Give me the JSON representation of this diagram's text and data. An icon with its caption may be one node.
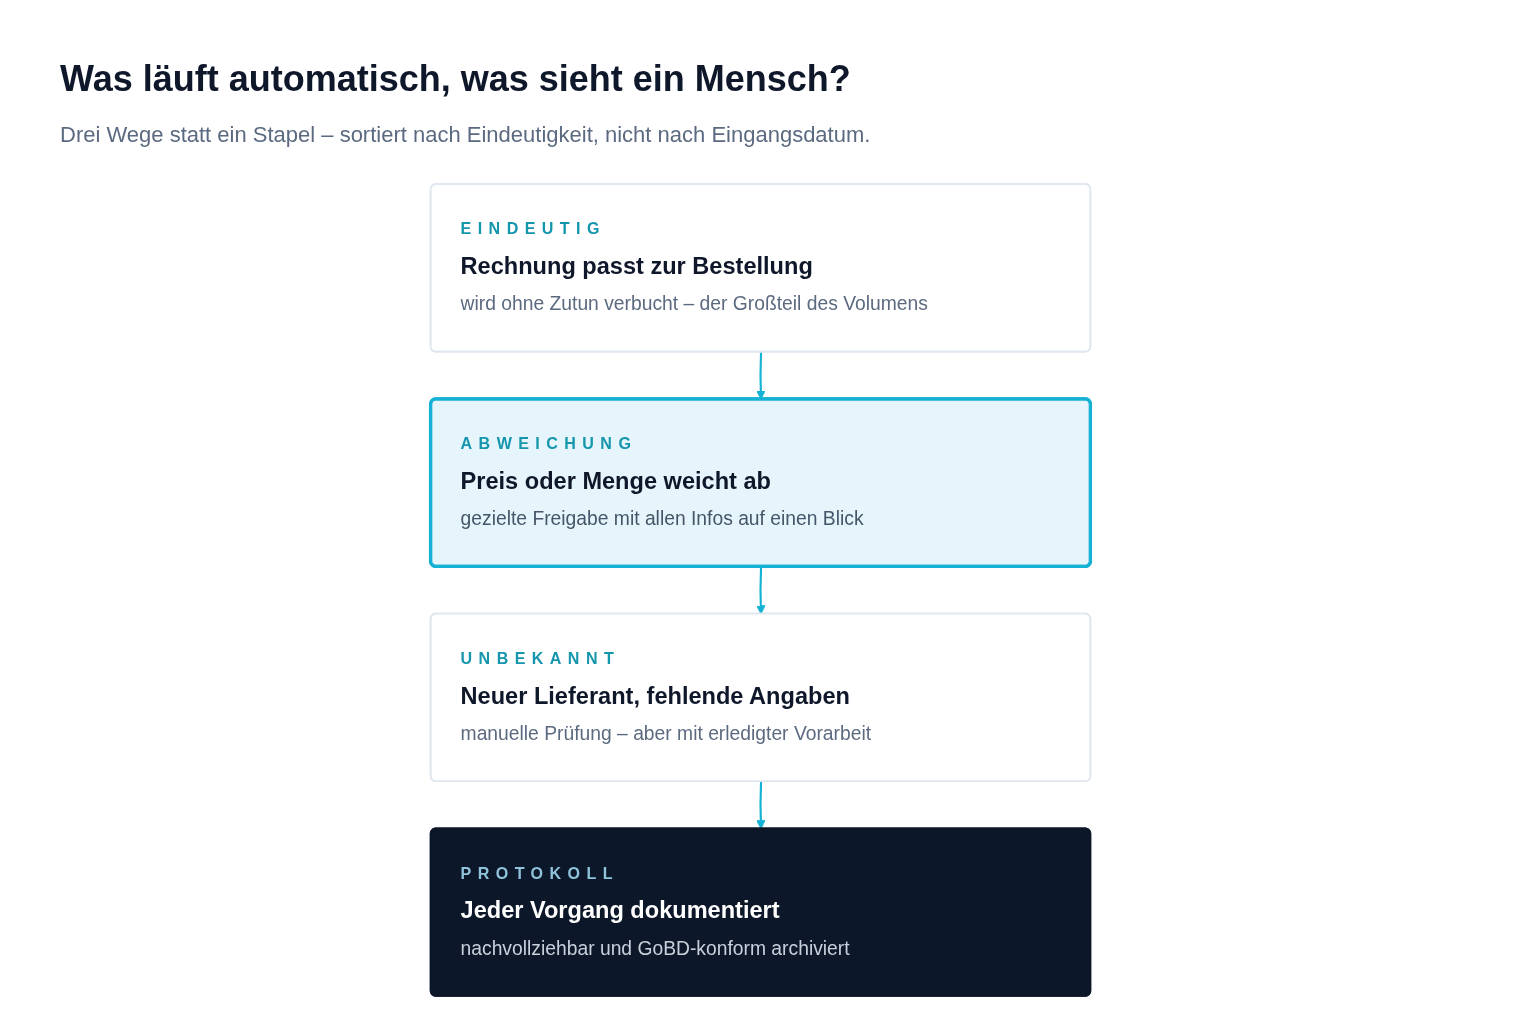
{
  "diagram": {
    "title": "Was läuft automatisch, was sieht ein Mensch?",
    "nodes": [
      {
        "text": [
          "EINDEUTIG",
          "Rechnung passt zur Bestellung",
          "wird ohne Zutun verbucht – der Großteil des Volumens"
        ]
      },
      {
        "text": [
          "ABWEICHUNG",
          "Preis oder Menge weicht ab",
          "gezielte Freigabe mit allen Infos auf einen Blick"
        ]
      },
      {
        "text": [
          "UNBEKANNT",
          "Neuer Lieferant, fehlende Angaben",
          "manuelle Prüfung – aber mit erledigter Vorarbeit"
        ]
      },
      {
        "text": [
          "PROTOKOLL",
          "Jeder Vorgang dokumentiert",
          "nachvollziehbar und GoBD-konform archiviert"
        ]
      }
    ],
    "edges": [
      {
        "from": 0,
        "to": 1,
        "arrow": "to"
      },
      {
        "from": 1,
        "to": 2,
        "arrow": "to"
      },
      {
        "from": 2,
        "to": 3,
        "arrow": "to"
      }
    ],
    "labels": [
      "Drei Wege statt ein Stapel – sortiert nach Eindeutigkeit, nicht nach Eingangsdatum."
    ]
  }
}
